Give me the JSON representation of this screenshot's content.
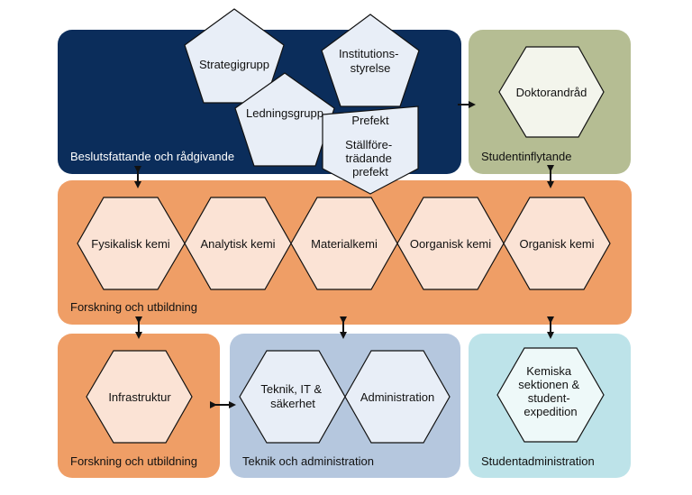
{
  "colors": {
    "navy": "#0b2d5b",
    "olive": "#b5bd93",
    "orange": "#ef9e66",
    "steel": "#b5c7de",
    "teal": "#bde3e9",
    "pentagon_fill": "#e8eef7",
    "hex_orange_fill": "#fbe3d5",
    "hex_steel_fill": "#e8eef7",
    "hex_olive_fill": "#f3f5ec",
    "hex_teal_fill": "#eef9f9"
  },
  "groups": {
    "beslut": "Beslutsfattande och rådgivande",
    "studentinflytande": "Studentinflytande",
    "forskning_main": "Forskning och utbildning",
    "forskning_infra": "Forskning och utbildning",
    "teknik_admin": "Teknik och administration",
    "studentadmin": "Studentadministration"
  },
  "nodes": {
    "strategigrupp": "Strategigrupp",
    "institutionsstyrelse": [
      "Institutions-",
      "styrelse"
    ],
    "ledningsgrupp": "Ledningsgrupp",
    "prefekt": "Prefekt",
    "stallforetradande": [
      "Ställföre-",
      "trädande",
      "prefekt"
    ],
    "doktorandrad": "Doktorandråd",
    "fysikalisk": "Fysikalisk kemi",
    "analytisk": "Analytisk kemi",
    "materialkemi": "Materialkemi",
    "oorganisk": "Oorganisk kemi",
    "organisk": "Organisk kemi",
    "infrastruktur": "Infrastruktur",
    "teknik_it": [
      "Teknik, IT &",
      "säkerhet"
    ],
    "administration": "Administration",
    "kemiska": [
      "Kemiska",
      "sektionen &",
      "student-",
      "expedition"
    ]
  }
}
